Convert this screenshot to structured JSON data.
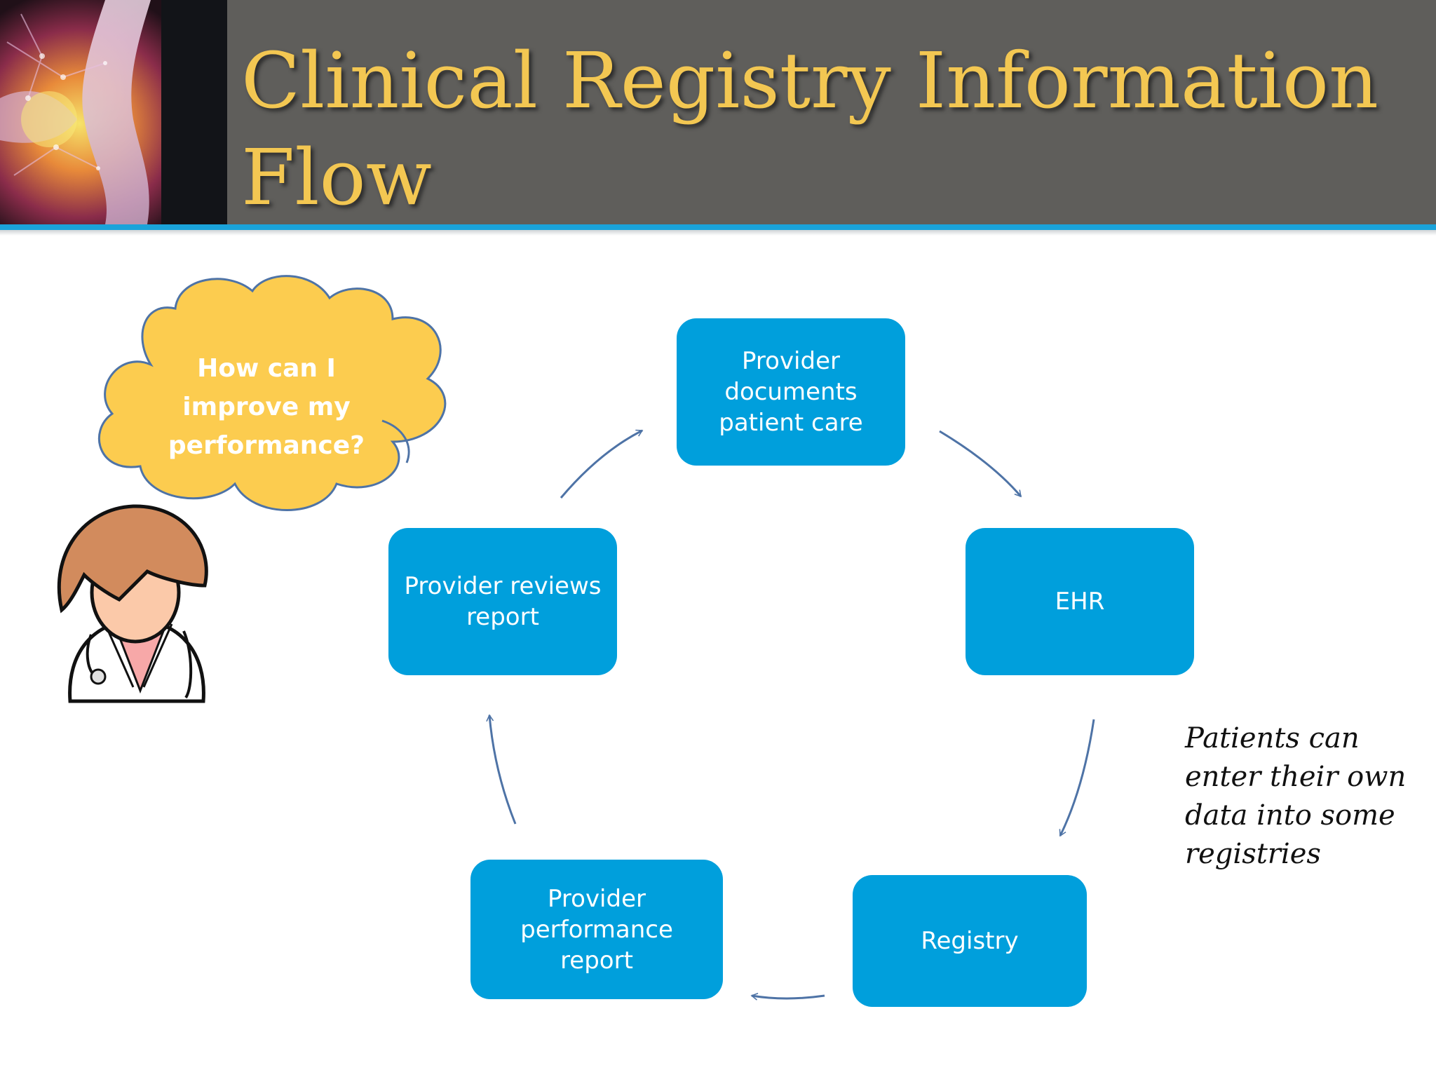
{
  "slide": {
    "title": "Clinical Registry Information Flow"
  },
  "diagram": {
    "type": "cycle",
    "nodes": [
      {
        "id": "documents",
        "label": "Provider documents patient care"
      },
      {
        "id": "ehr",
        "label": "EHR"
      },
      {
        "id": "registry",
        "label": "Registry"
      },
      {
        "id": "perf_report",
        "label": "Provider performance report"
      },
      {
        "id": "reviews",
        "label": "Provider reviews report"
      }
    ],
    "edges": [
      {
        "from": "documents",
        "to": "ehr"
      },
      {
        "from": "ehr",
        "to": "registry"
      },
      {
        "from": "registry",
        "to": "perf_report"
      },
      {
        "from": "perf_report",
        "to": "reviews"
      },
      {
        "from": "reviews",
        "to": "documents"
      }
    ],
    "thought_bubble": "How can I improve my performance?",
    "side_note": "Patients can enter their own data into some registries"
  },
  "colors": {
    "title": "#f3c752",
    "header_background": "#5f5e5b",
    "header_rule": "#1aa3da",
    "node_fill": "#009fdc",
    "node_text": "#ffffff",
    "cloud_fill": "#fccc4f",
    "cloud_outline": "#4e73a6",
    "arrow": "#4e73a6"
  },
  "icons": {
    "header_image": "hip-xray-illustration",
    "person": "doctor-avatar-icon",
    "bubble": "thought-cloud"
  }
}
